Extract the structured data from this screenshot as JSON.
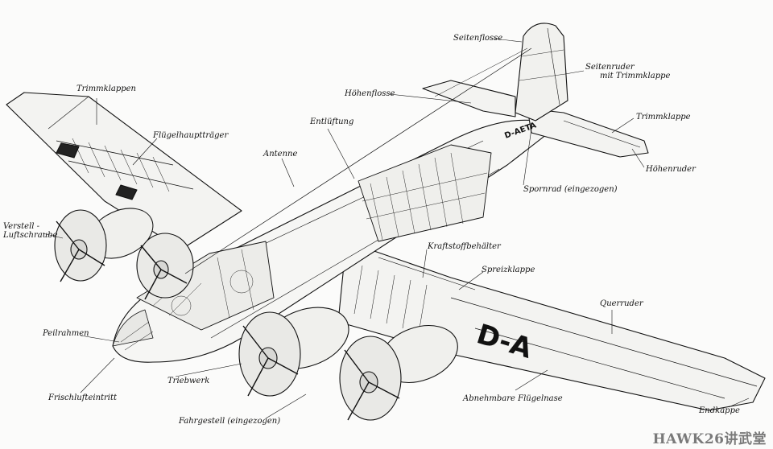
{
  "labels": {
    "seitenflosse": "Seitenflosse",
    "seitenruder_1": "Seitenruder",
    "seitenruder_2": "mit Trimmklappe",
    "hoehenflosse": "Höhenflosse",
    "trimmklappe": "Trimmklappe",
    "hoehenruder": "Höhenruder",
    "trimmklappen": "Trimmklappen",
    "fluegelhaupttraeger": "Flügelhauptträger",
    "entlueftung": "Entlüftung",
    "antenne": "Antenne",
    "spornrad": "Spornrad (eingezogen)",
    "verstell_1": "Verstell -",
    "verstell_2": "Luftschraube",
    "kraftstoffbehaelter": "Kraftstoffbehälter",
    "spreizklappe": "Spreizklappe",
    "querruder": "Querruder",
    "peilrahmen": "Peilrahmen",
    "triebwerk": "Triebwerk",
    "frischlufteintritt": "Frischlufteintritt",
    "fahrgestell": "Fahrgestell (eingezogen)",
    "abnehmbare_fluegelnase": "Abnehmbare Flügelnase",
    "endkappe": "Endkappe"
  },
  "markings": {
    "tail_code": "D-AETA",
    "wing_code": "D-A"
  },
  "watermark": "HAWK26讲武堂",
  "colors": {
    "ink": "#111111",
    "paper": "#fbfbfa",
    "watermark": "#7a7a7a"
  }
}
